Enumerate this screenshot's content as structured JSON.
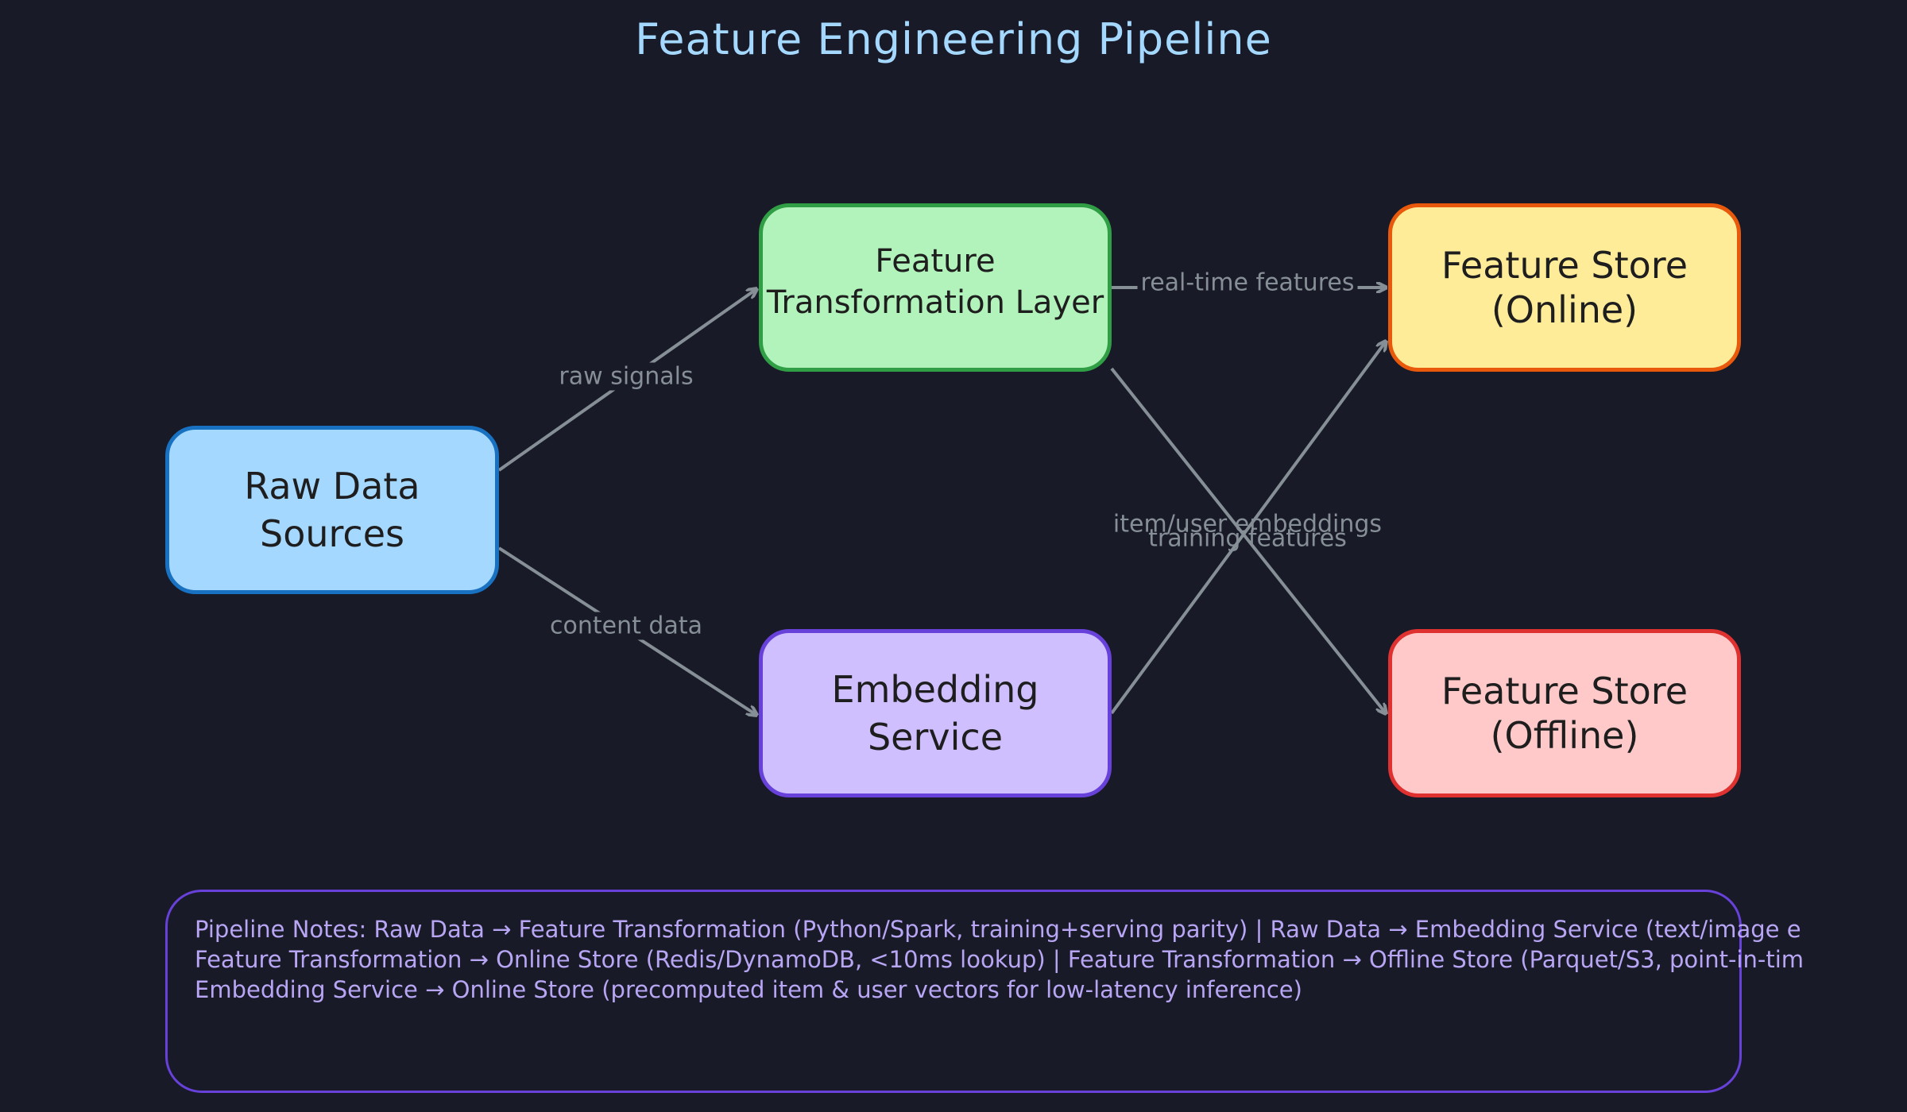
{
  "title": "Feature Engineering Pipeline",
  "nodes": {
    "raw": "Raw Data\nSources",
    "transform": "Feature\nTransformation Layer",
    "embed": "Embedding\nService",
    "online": "Feature Store\n(Online)",
    "offline": "Feature Store\n(Offline)"
  },
  "edges": {
    "raw_signals": "raw signals",
    "content_data": "content data",
    "real_time_features": "real-time features",
    "item_user_embeddings": "item/user embeddings",
    "training_features": "training features"
  },
  "notes": {
    "line1": "Pipeline Notes:  Raw Data → Feature Transformation (Python/Spark, training+serving parity)  |  Raw Data → Embedding Service (text/image e",
    "line2": "Feature Transformation → Online Store (Redis/DynamoDB, <10ms lookup)  |  Feature Transformation → Offline Store (Parquet/S3, point-in-tim",
    "line3": "Embedding Service → Online Store (precomputed item & user vectors for low-latency inference)"
  },
  "colors": {
    "background": "#181a27",
    "title": "#a5d8ff",
    "edge": "#868e96",
    "raw_fill": "#a5d8ff",
    "raw_stroke": "#1971c2",
    "transform_fill": "#b2f2bb",
    "transform_stroke": "#2f9e44",
    "embed_fill": "#d0bfff",
    "embed_stroke": "#6741d9",
    "online_fill": "#ffec99",
    "online_stroke": "#e8590c",
    "offline_fill": "#ffc9c9",
    "offline_stroke": "#e03131",
    "notes_stroke": "#6741d9",
    "notes_text": "#b8a6f5"
  }
}
